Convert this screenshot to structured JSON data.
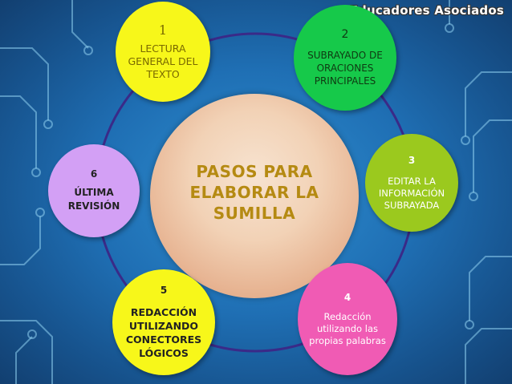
{
  "watermark": "Educadores Asociados",
  "center": {
    "title": "PASOS PARA\nELABORAR LA\nSUMILLA"
  },
  "steps": [
    {
      "number": "1",
      "label": "LECTURA\nGENERAL DEL\nTEXTO",
      "color": "#f7f71a"
    },
    {
      "number": "2",
      "label": "SUBRAYADO DE\nORACIONES\nPRINCIPALES",
      "color": "#16c94a"
    },
    {
      "number": "3",
      "label": "EDITAR LA\nINFORMACIÓN\nSUBRAYADA",
      "color": "#9bc91e"
    },
    {
      "number": "4",
      "label": "Redacción\nutilizando las\npropias palabras",
      "color": "#f05bb4"
    },
    {
      "number": "5",
      "label": "REDACCIÓN\nUTILIZANDO\nCONECTORES\nLÓGICOS",
      "color": "#f7f71a"
    },
    {
      "number": "6",
      "label": "ÚLTIMA\nREVISIÓN",
      "color": "#d3a0f5"
    }
  ],
  "colors": {
    "background": "#1f6fb4",
    "center_text": "#b58a12",
    "ring": "#3a2a88"
  }
}
